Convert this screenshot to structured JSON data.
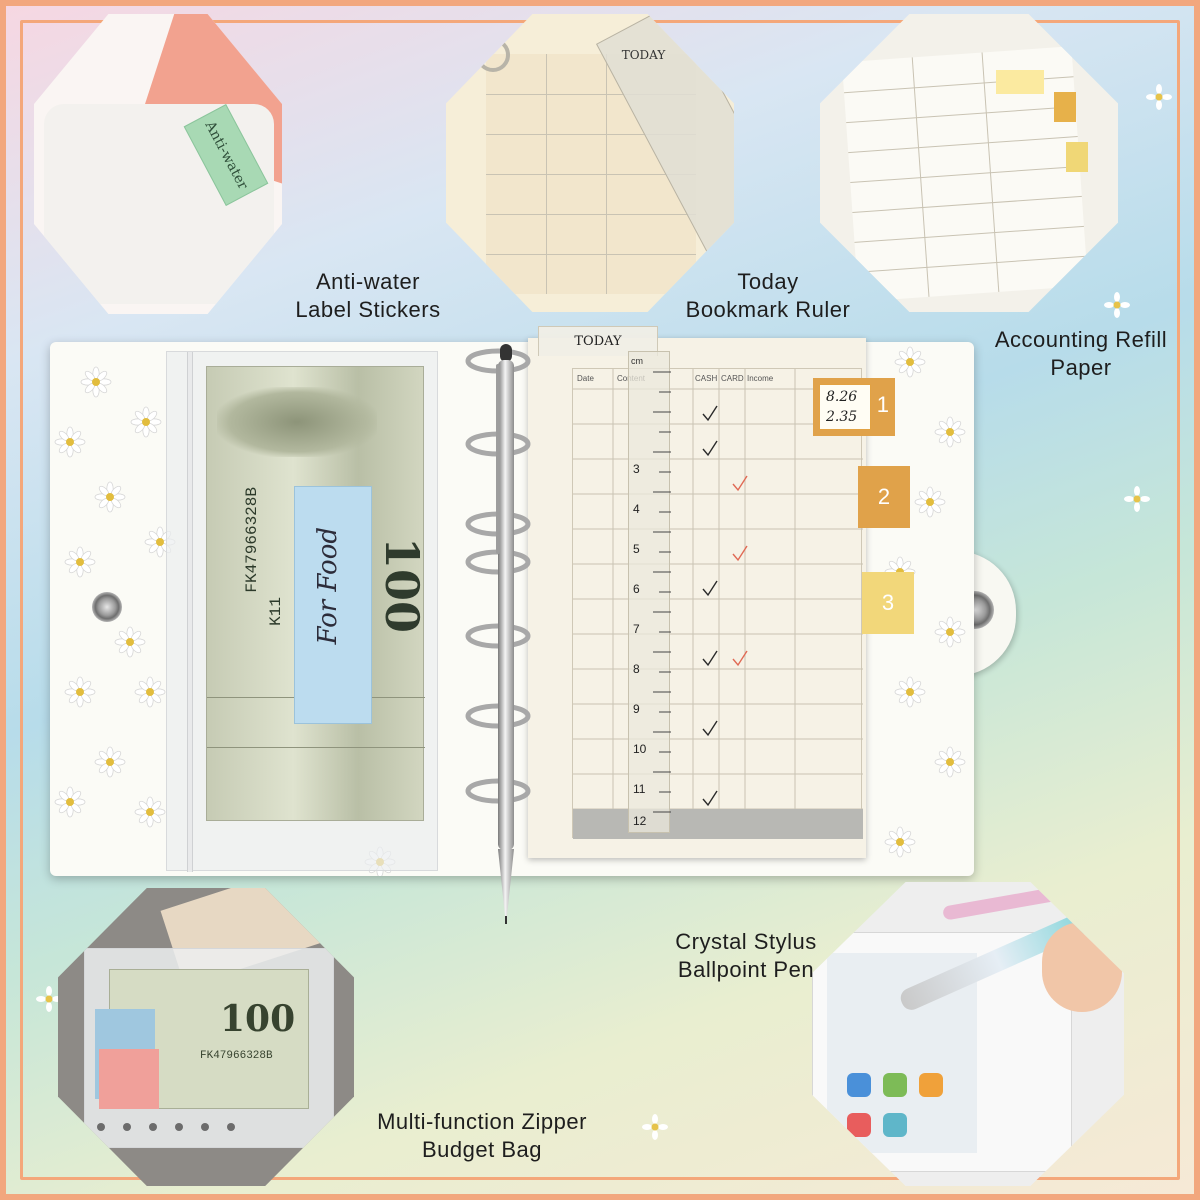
{
  "captions": {
    "anti_water_line1": "Anti-water",
    "anti_water_line2": "Label Stickers",
    "today_line1": "Today",
    "today_line2": "Bookmark Ruler",
    "accounting_line1": "Accounting Refill",
    "accounting_line2": "Paper",
    "stylus_line1": "Crystal Stylus",
    "stylus_line2": "Ballpoint Pen",
    "zipper_line1": "Multi-function Zipper",
    "zipper_line2": "Budget Bag"
  },
  "sticker_text": "Anti-water",
  "bookmark_label": "TODAY",
  "refill": {
    "headers": [
      "Date",
      "Content",
      "CASH",
      "CARD",
      "Income"
    ],
    "tabs": [
      "1",
      "2",
      "3"
    ],
    "sticky_note": [
      "8.26",
      "2.35"
    ],
    "ruler_numbers": [
      "3",
      "4",
      "5",
      "6",
      "7",
      "8",
      "9",
      "10",
      "11",
      "12"
    ],
    "ruler_unit": "cm"
  },
  "bill": {
    "serial": "FK47966328B",
    "serial_short": "K11",
    "denomination": "100"
  },
  "budget_note": "For Food",
  "zip_bag_bill": {
    "serial": "FK47966328B",
    "denomination": "100"
  },
  "colors": {
    "frame": "#f4a77a",
    "tab_orange": "#e0a24a",
    "tab_yellow": "#f2d77a",
    "sticky_blue": "#bcdcef"
  }
}
